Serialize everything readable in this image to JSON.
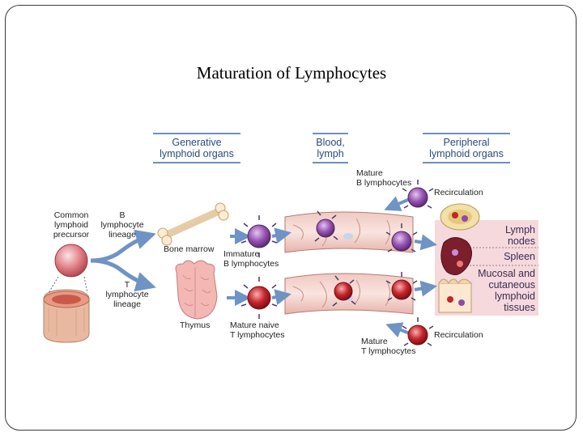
{
  "slide": {
    "title": "Maturation of Lymphocytes"
  },
  "headers": {
    "generative": [
      "Generative",
      "lymphoid organs"
    ],
    "blood": [
      "Blood,",
      "lymph"
    ],
    "peripheral": [
      "Peripheral",
      "lymphoid organs"
    ]
  },
  "labels": {
    "common_precursor": [
      "Common",
      "lymphoid",
      "precursor"
    ],
    "b_lineage": [
      "B",
      "lymphocyte",
      "lineage"
    ],
    "t_lineage": [
      "T",
      "lymphocyte",
      "lineage"
    ],
    "bone_marrow": "Bone marrow",
    "thymus": "Thymus",
    "immature_b": [
      "Immature",
      "B lymphocytes"
    ],
    "mature_naive_t": [
      "Mature naive",
      "T lymphocytes"
    ],
    "mature_b": [
      "Mature",
      "B lymphocytes"
    ],
    "mature_t": [
      "Mature",
      "T lymphocytes"
    ],
    "recirculation_top": "Recirculation",
    "recirculation_bottom": "Recirculation"
  },
  "organs": {
    "lymph_nodes": [
      "Lymph",
      "nodes"
    ],
    "spleen": "Spleen",
    "mucosal": [
      "Mucosal and",
      "cutaneous",
      "lymphoid",
      "tissues"
    ]
  },
  "colors": {
    "b_cell": "#8e4aa8",
    "t_cell": "#c0262c",
    "arrow": "#6f93c4",
    "header_line": "#6d8fbf",
    "organ_panel": "#f5d9dc"
  }
}
